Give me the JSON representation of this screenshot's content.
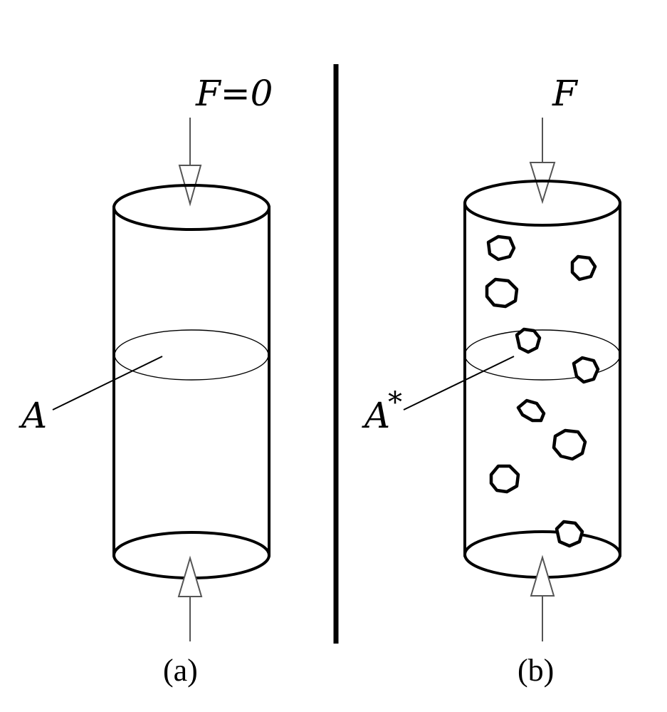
{
  "panel_a": {
    "force_label": "F=0",
    "area_label": "A",
    "caption": "(a)"
  },
  "panel_b": {
    "force_label": "F",
    "area_label": "A",
    "area_superscript": "*",
    "caption": "(b)"
  }
}
